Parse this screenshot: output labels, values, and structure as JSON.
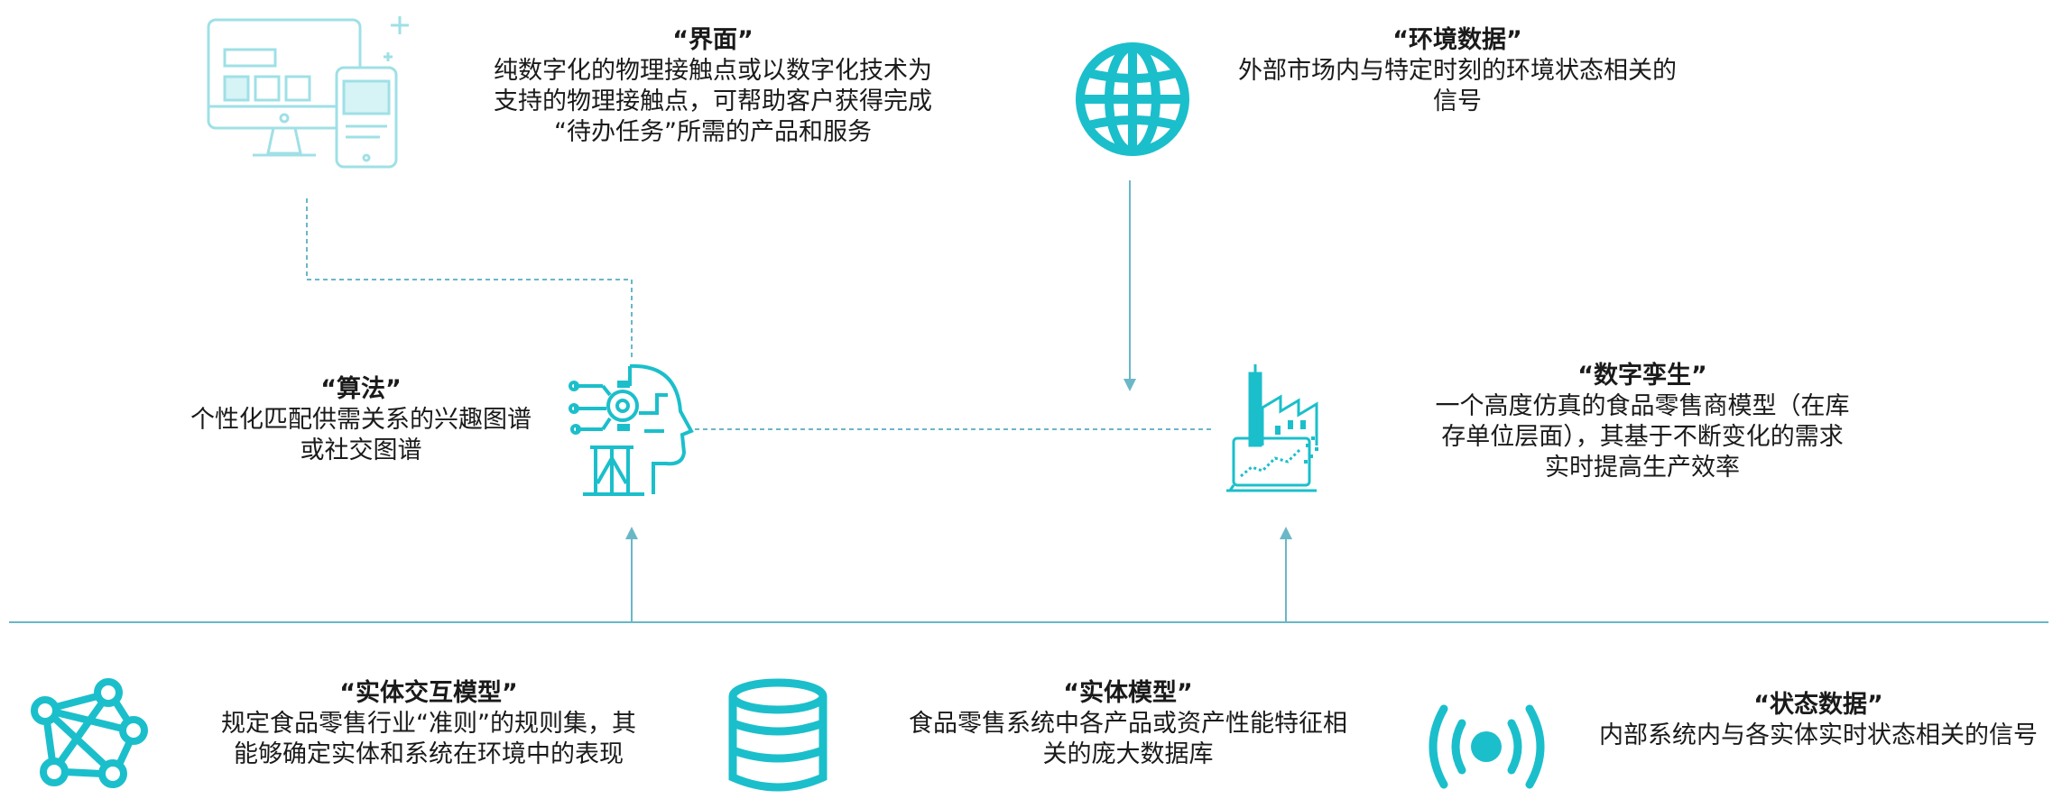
{
  "accent_color": "#1bbfcb",
  "line_color": "#6ab7c7",
  "interface": {
    "icon": "monitor-tablet-icon",
    "title": "“界面”",
    "desc": "纯数字化的物理接触点或以数字化技术为\n支持的物理接触点，可帮助客户获得完成\n“待办任务”所需的产品和服务"
  },
  "environment_data": {
    "icon": "globe-icon",
    "title": "“环境数据”",
    "desc": "外部市场内与特定时刻的环境状态相关的\n信号"
  },
  "algorithm": {
    "icon": "ai-head-icon",
    "title": "“算法”",
    "desc": "个性化匹配供需关系的兴趣图谱\n或社交图谱"
  },
  "digital_twin": {
    "icon": "factory-icon",
    "title": "“数字孪生”",
    "desc": "一个高度仿真的食品零售商模型（在库\n存单位层面），其基于不断变化的需求\n实时提高生产效率"
  },
  "entity_interaction_model": {
    "icon": "network-icon",
    "title": "“实体交互模型”",
    "desc": "规定食品零售行业“准则”的规则集，其\n能够确定实体和系统在环境中的表现"
  },
  "entity_model": {
    "icon": "database-icon",
    "title": "“实体模型”",
    "desc": "食品零售系统中各产品或资产性能特征相\n关的庞大数据库"
  },
  "state_data": {
    "icon": "broadcast-signal-icon",
    "title": "“状态数据”",
    "desc": "内部系统内与各实体实时状态相关的信号"
  }
}
